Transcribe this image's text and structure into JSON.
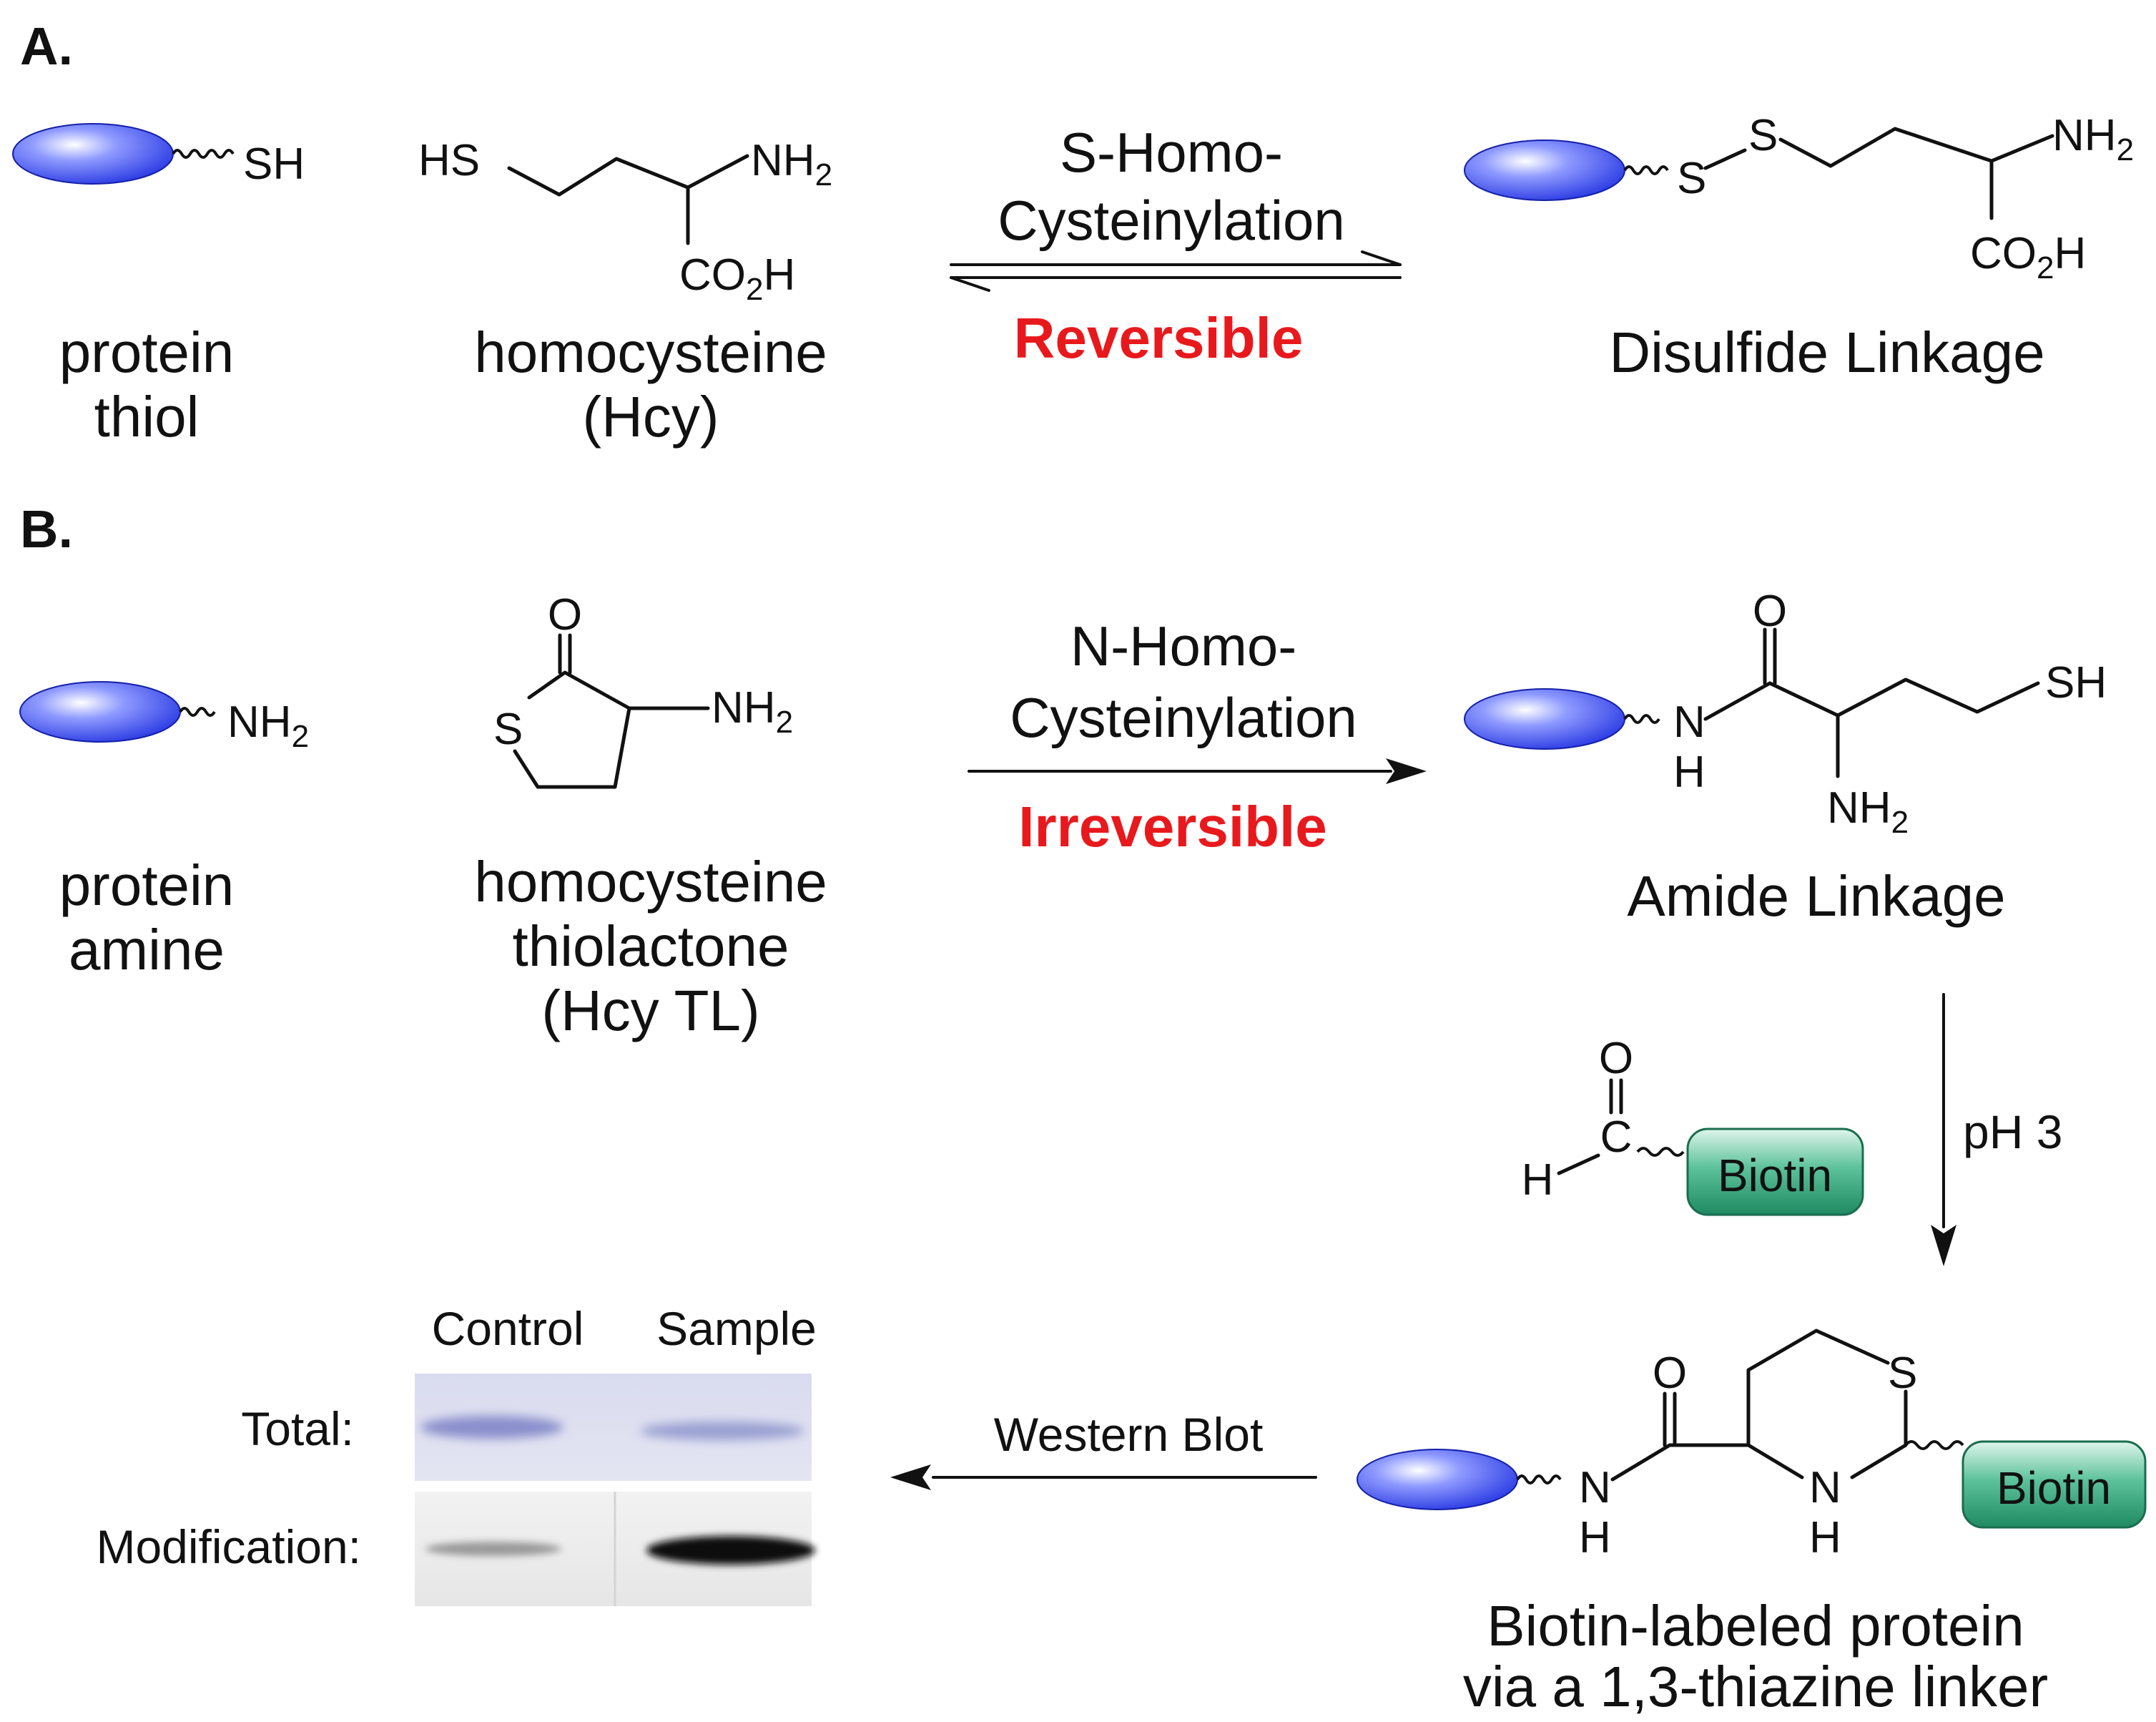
{
  "panels": {
    "a": {
      "header": "A.",
      "protein_label_1": "protein",
      "protein_label_2": "thiol",
      "hcy_label_1": "homocysteine",
      "hcy_label_2": "(Hcy)",
      "reaction_line_1": "S-Homo-",
      "reaction_line_2": "Cysteinylation",
      "reaction_type": "Reversible",
      "product_label": "Disulfide Linkage"
    },
    "b": {
      "header": "B.",
      "protein_label_1": "protein",
      "protein_label_2": "amine",
      "hcytl_label_1": "homocysteine",
      "hcytl_label_2": "thiolactone",
      "hcytl_label_3": "(Hcy TL)",
      "reaction_line_1": "N-Homo-",
      "reaction_line_2": "Cysteinylation",
      "reaction_type": "Irreversible",
      "product_label": "Amide Linkage",
      "labeling_condition": "pH 3",
      "biotin_tag": "Biotin",
      "final_label_1": "Biotin-labeled protein",
      "final_label_2": "via a 1,3-thiazine linker",
      "western_blot_label": "Western Blot",
      "blot": {
        "columns": [
          "Control",
          "Sample"
        ],
        "rows": [
          "Total:",
          "Modification:"
        ]
      }
    }
  },
  "atoms": {
    "SH": "SH",
    "HS": "HS",
    "S": "S",
    "NH": "NH",
    "N": "N",
    "H": "H",
    "C": "C",
    "O": "O",
    "CO": "CO",
    "H_suffix": "H",
    "sub2": "2"
  },
  "colors": {
    "protein_blue": "#1f2fe0",
    "biotin_green": "#2fa77a",
    "warning_red": "#e8191d",
    "blot_total": "#8a8fcc",
    "blot_mod": "#111111"
  }
}
